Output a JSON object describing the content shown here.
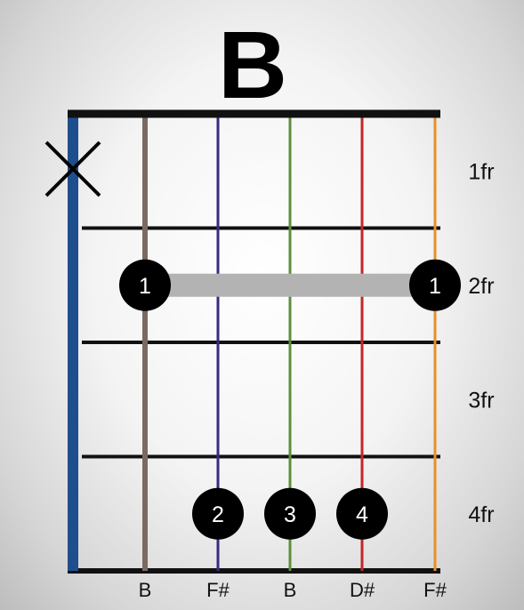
{
  "chord": {
    "name": "B"
  },
  "strings": [
    {
      "note": "",
      "color": "#1f4e8c",
      "muted": true
    },
    {
      "note": "B",
      "color": "#7a6a62"
    },
    {
      "note": "F#",
      "color": "#3b2a80"
    },
    {
      "note": "B",
      "color": "#5d8f3a"
    },
    {
      "note": "D#",
      "color": "#c0282a"
    },
    {
      "note": "F#",
      "color": "#e8902a"
    }
  ],
  "frets": [
    "1fr",
    "2fr",
    "3fr",
    "4fr"
  ],
  "barre": {
    "fret": 2,
    "from_string": 2,
    "to_string": 6,
    "finger": "1"
  },
  "fingers": [
    {
      "string": 3,
      "fret": 4,
      "finger": "2"
    },
    {
      "string": 4,
      "fret": 4,
      "finger": "3"
    },
    {
      "string": 5,
      "fret": 4,
      "finger": "4"
    }
  ],
  "colors": {
    "nut": "#111111",
    "fret_line": "#111111",
    "barre": "#b3b3b3",
    "dot": "#000000"
  }
}
